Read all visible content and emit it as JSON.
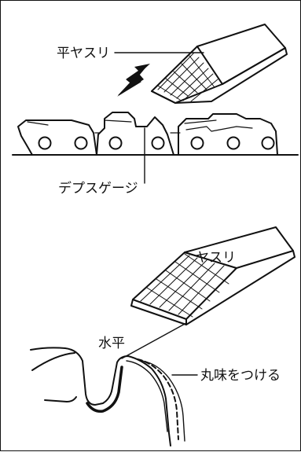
{
  "top_diagram": {
    "flat_file_label": "平ヤスリ",
    "depth_gauge_label": "デプスゲージ"
  },
  "bottom_diagram": {
    "file_label": "ヤスリ",
    "horizontal_label": "水平",
    "round_label": "丸味をつける"
  },
  "colors": {
    "ink": "#111111",
    "background": "#ffffff"
  }
}
